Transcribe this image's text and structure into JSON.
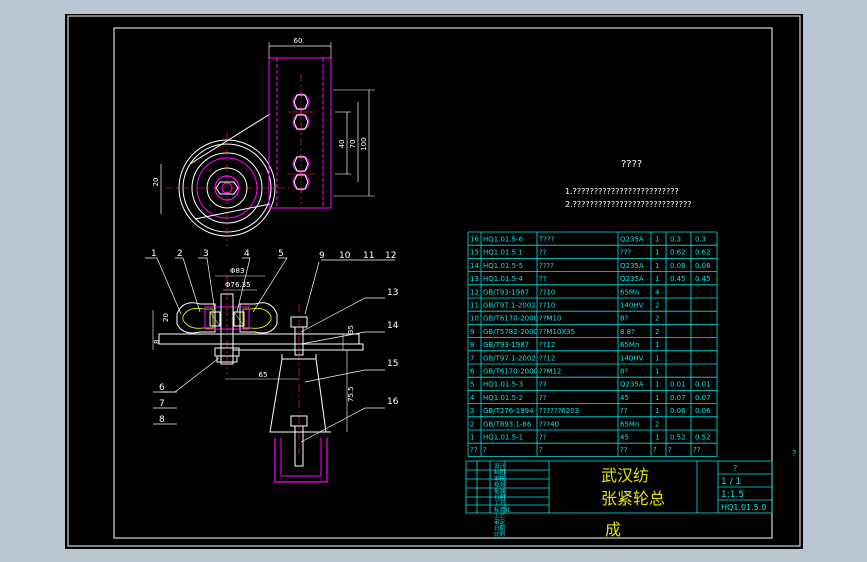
{
  "colors": {
    "background": "#b9c6d1",
    "sheet": "#000000",
    "outline": "#ffffff",
    "table": "#00e6e6",
    "dim": "#ffffff",
    "part": "#ff00ff",
    "hidden": "#ffff00"
  },
  "tech_title": "????",
  "tech_notes": [
    "1.?????????????????????????",
    "2.????????????????????????????"
  ],
  "top_dims": {
    "width": "60",
    "h20": "20",
    "h40": "40",
    "h70": "70",
    "h100": "100"
  },
  "front_dims": {
    "d83": "Φ83",
    "d76": "Φ76.35",
    "d20": "20",
    "d8": "8",
    "d35": "35",
    "d65": "65",
    "d755": "75.5"
  },
  "balloons": [
    "1",
    "2",
    "3",
    "4",
    "5",
    "9",
    "10",
    "11",
    "12",
    "13",
    "14",
    "15",
    "16",
    "6",
    "7",
    "8"
  ],
  "bom": [
    {
      "no": "16",
      "code": "HQ1.01.5-6",
      "name": "T???",
      "mat": "Q235A",
      "qty": "1",
      "w1": "0.3",
      "w2": "0.3"
    },
    {
      "no": "15",
      "code": "HQ1.01.5.1",
      "name": "??",
      "mat": "???",
      "qty": "1",
      "w1": "0.62",
      "w2": "0.62"
    },
    {
      "no": "14",
      "code": "HQ1.01.5-5",
      "name": "????",
      "mat": "Q235A",
      "qty": "1",
      "w1": "0.08",
      "w2": "0.08"
    },
    {
      "no": "13",
      "code": "HQ1.01.5-4",
      "name": "??",
      "mat": "Q235A",
      "qty": "1",
      "w1": "0.45",
      "w2": "0.45"
    },
    {
      "no": "12",
      "code": "GB/T93-1987",
      "name": "??10",
      "mat": "65Mn",
      "qty": "4",
      "w1": "",
      "w2": ""
    },
    {
      "no": "11",
      "code": "GB/T97.1-2002",
      "name": "??10",
      "mat": "140HV",
      "qty": "2",
      "w1": "",
      "w2": ""
    },
    {
      "no": "10",
      "code": "GB/T6170-2000",
      "name": "??M10",
      "mat": "8?",
      "qty": "2",
      "w1": "",
      "w2": ""
    },
    {
      "no": "9",
      "code": "GB/T5782-2000",
      "name": "??M10X35",
      "mat": "8.8?",
      "qty": "2",
      "w1": "",
      "w2": ""
    },
    {
      "no": "8",
      "code": "GB/T93-1987",
      "name": "??12",
      "mat": "65Mn",
      "qty": "1",
      "w1": "",
      "w2": ""
    },
    {
      "no": "7",
      "code": "GB/T97.1-2002",
      "name": "??12",
      "mat": "140HV",
      "qty": "1",
      "w1": "",
      "w2": ""
    },
    {
      "no": "6",
      "code": "GB/T6170-2000",
      "name": "??M12",
      "mat": "8?",
      "qty": "1",
      "w1": "",
      "w2": ""
    },
    {
      "no": "5",
      "code": "HQ1.01.5-3",
      "name": "??",
      "mat": "Q235A",
      "qty": "1",
      "w1": "0.01",
      "w2": "0.01"
    },
    {
      "no": "4",
      "code": "HQ1.01.5-2",
      "name": "??",
      "mat": "45",
      "qty": "1",
      "w1": "0.07",
      "w2": "0.07"
    },
    {
      "no": "3",
      "code": "GB/T276-1994",
      "name": "??????6203",
      "mat": "??",
      "qty": "1",
      "w1": "0.06",
      "w2": "0.06"
    },
    {
      "no": "2",
      "code": "GB/T893.1-86",
      "name": "???40",
      "mat": "65Mn",
      "qty": "2",
      "w1": "",
      "w2": ""
    },
    {
      "no": "1",
      "code": "HQ1.01.5-1",
      "name": "??",
      "mat": "45",
      "qty": "1",
      "w1": "0.52",
      "w2": "0.52"
    }
  ],
  "bom_header_marks": [
    "??",
    "?",
    "?",
    "??",
    "?",
    "?",
    "??"
  ],
  "title_block": {
    "school": "武汉纺",
    "drawing_name": "张紧轮总",
    "drawing_name_2": "成",
    "sheet": "1 / 1",
    "scale": "1:1.5",
    "drawing_no": "HQ1.01.5.0",
    "mark": "?",
    "right_mark": "?",
    "left_labels": [
      "设计",
      "制图",
      "审核",
      "校对",
      "批准",
      "日期",
      "工艺",
      "标准化",
      "工艺",
      "审定",
      "日期",
      "比例"
    ]
  }
}
